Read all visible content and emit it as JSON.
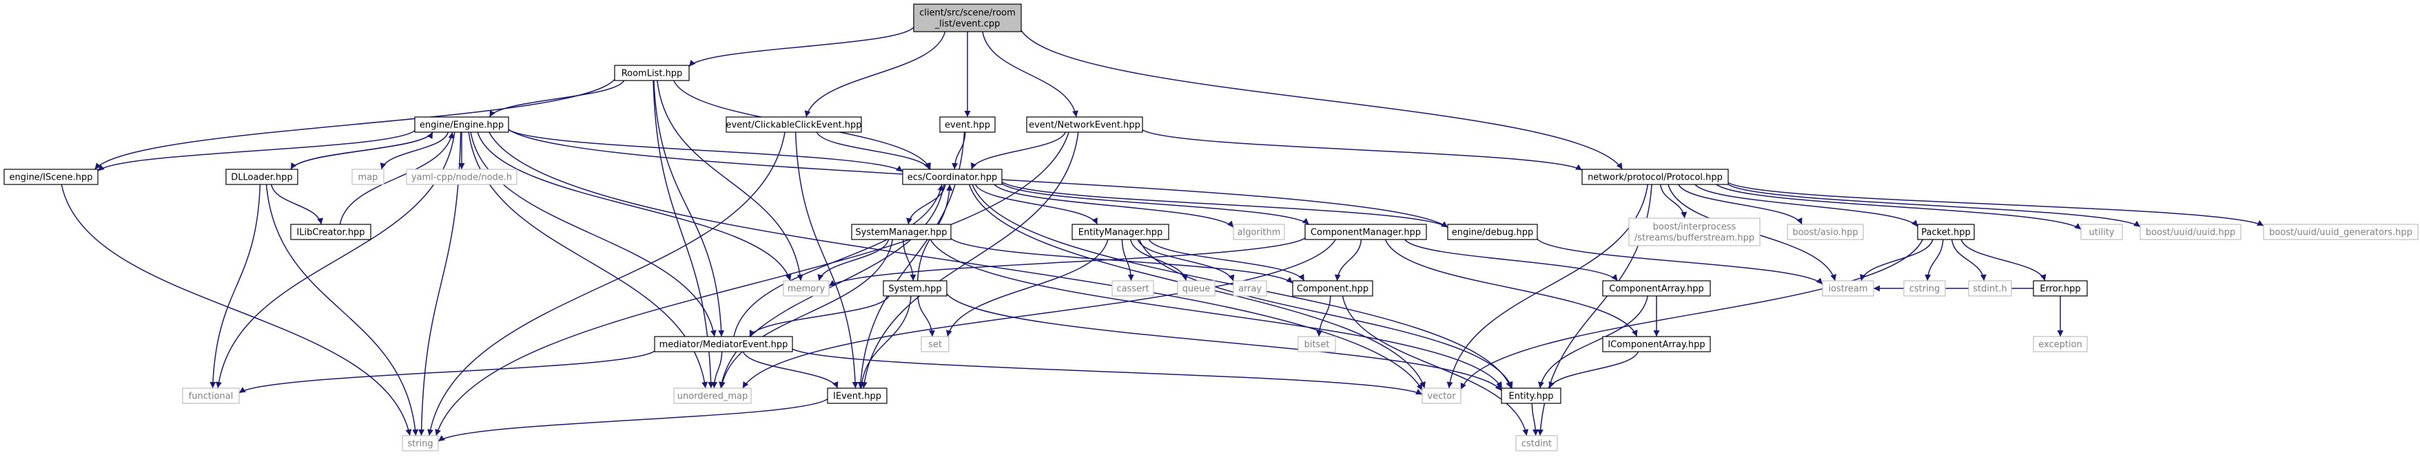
{
  "graph": {
    "root": "n_root",
    "colors": {
      "edge": "#191970",
      "root_fill": "#bfbfbf",
      "node_border": "#000000",
      "system_border": "#bfbfbf",
      "system_text": "#7f7f7f"
    },
    "nodes": [
      {
        "id": "n_root",
        "lines": [
          "client/src/scene/room",
          "_list/event.cpp"
        ],
        "kind": "root"
      },
      {
        "id": "n_roomlist",
        "lines": [
          "RoomList.hpp"
        ],
        "kind": "header"
      },
      {
        "id": "n_clickable",
        "lines": [
          "event/ClickableClickEvent.hpp"
        ],
        "kind": "header"
      },
      {
        "id": "n_event",
        "lines": [
          "event.hpp"
        ],
        "kind": "header"
      },
      {
        "id": "n_netevent",
        "lines": [
          "event/NetworkEvent.hpp"
        ],
        "kind": "header"
      },
      {
        "id": "n_protocol",
        "lines": [
          "network/protocol/Protocol.hpp"
        ],
        "kind": "header"
      },
      {
        "id": "n_engine",
        "lines": [
          "engine/Engine.hpp"
        ],
        "kind": "header"
      },
      {
        "id": "n_iscene",
        "lines": [
          "engine/IScene.hpp"
        ],
        "kind": "header"
      },
      {
        "id": "n_dlloader",
        "lines": [
          "DLLoader.hpp"
        ],
        "kind": "header"
      },
      {
        "id": "n_ilib",
        "lines": [
          "ILibCreator.hpp"
        ],
        "kind": "header"
      },
      {
        "id": "n_map",
        "lines": [
          "map"
        ],
        "kind": "system"
      },
      {
        "id": "n_yaml",
        "lines": [
          "yaml-cpp/node/node.h"
        ],
        "kind": "system"
      },
      {
        "id": "n_coord",
        "lines": [
          "ecs/Coordinator.hpp"
        ],
        "kind": "header"
      },
      {
        "id": "n_debug",
        "lines": [
          "engine/debug.hpp"
        ],
        "kind": "header"
      },
      {
        "id": "n_sysmgr",
        "lines": [
          "SystemManager.hpp"
        ],
        "kind": "header"
      },
      {
        "id": "n_entmgr",
        "lines": [
          "EntityManager.hpp"
        ],
        "kind": "header"
      },
      {
        "id": "n_algorithm",
        "lines": [
          "algorithm"
        ],
        "kind": "system"
      },
      {
        "id": "n_compmgr",
        "lines": [
          "ComponentManager.hpp"
        ],
        "kind": "header"
      },
      {
        "id": "n_memory",
        "lines": [
          "memory"
        ],
        "kind": "system"
      },
      {
        "id": "n_system",
        "lines": [
          "System.hpp"
        ],
        "kind": "header"
      },
      {
        "id": "n_set",
        "lines": [
          "set"
        ],
        "kind": "system"
      },
      {
        "id": "n_cassert",
        "lines": [
          "cassert"
        ],
        "kind": "system"
      },
      {
        "id": "n_queue",
        "lines": [
          "queue"
        ],
        "kind": "system"
      },
      {
        "id": "n_array",
        "lines": [
          "array"
        ],
        "kind": "system"
      },
      {
        "id": "n_component",
        "lines": [
          "Component.hpp"
        ],
        "kind": "header"
      },
      {
        "id": "n_bitset",
        "lines": [
          "bitset"
        ],
        "kind": "system"
      },
      {
        "id": "n_comparray",
        "lines": [
          "ComponentArray.hpp"
        ],
        "kind": "header"
      },
      {
        "id": "n_icomparray",
        "lines": [
          "IComponentArray.hpp"
        ],
        "kind": "header"
      },
      {
        "id": "n_mediator",
        "lines": [
          "mediator/MediatorEvent.hpp"
        ],
        "kind": "header"
      },
      {
        "id": "n_functional",
        "lines": [
          "functional"
        ],
        "kind": "system"
      },
      {
        "id": "n_umap",
        "lines": [
          "unordered_map"
        ],
        "kind": "system"
      },
      {
        "id": "n_ievent",
        "lines": [
          "IEvent.hpp"
        ],
        "kind": "header"
      },
      {
        "id": "n_string",
        "lines": [
          "string"
        ],
        "kind": "system"
      },
      {
        "id": "n_vector",
        "lines": [
          "vector"
        ],
        "kind": "system"
      },
      {
        "id": "n_entity",
        "lines": [
          "Entity.hpp"
        ],
        "kind": "header"
      },
      {
        "id": "n_cstdint",
        "lines": [
          "cstdint"
        ],
        "kind": "system"
      },
      {
        "id": "n_boostip",
        "lines": [
          "boost/interprocess",
          "/streams/bufferstream.hpp"
        ],
        "kind": "system"
      },
      {
        "id": "n_asio",
        "lines": [
          "boost/asio.hpp"
        ],
        "kind": "system"
      },
      {
        "id": "n_packet",
        "lines": [
          "Packet.hpp"
        ],
        "kind": "header"
      },
      {
        "id": "n_utility",
        "lines": [
          "utility"
        ],
        "kind": "system"
      },
      {
        "id": "n_uuid",
        "lines": [
          "boost/uuid/uuid.hpp"
        ],
        "kind": "system"
      },
      {
        "id": "n_uuidgen",
        "lines": [
          "boost/uuid/uuid_generators.hpp"
        ],
        "kind": "system"
      },
      {
        "id": "n_cstring",
        "lines": [
          "cstring"
        ],
        "kind": "system"
      },
      {
        "id": "n_stdint",
        "lines": [
          "stdint.h"
        ],
        "kind": "system"
      },
      {
        "id": "n_error",
        "lines": [
          "Error.hpp"
        ],
        "kind": "header"
      },
      {
        "id": "n_iostream",
        "lines": [
          "iostream"
        ],
        "kind": "system"
      },
      {
        "id": "n_exception",
        "lines": [
          "exception"
        ],
        "kind": "system"
      }
    ],
    "edges": [
      [
        "n_root",
        "n_roomlist"
      ],
      [
        "n_root",
        "n_clickable"
      ],
      [
        "n_root",
        "n_event"
      ],
      [
        "n_root",
        "n_netevent"
      ],
      [
        "n_root",
        "n_protocol"
      ],
      [
        "n_roomlist",
        "n_iscene"
      ],
      [
        "n_roomlist",
        "n_engine"
      ],
      [
        "n_roomlist",
        "n_coord"
      ],
      [
        "n_roomlist",
        "n_mediator"
      ],
      [
        "n_roomlist",
        "n_memory"
      ],
      [
        "n_roomlist",
        "n_umap"
      ],
      [
        "n_clickable",
        "n_coord"
      ],
      [
        "n_clickable",
        "n_ievent"
      ],
      [
        "n_clickable",
        "n_string"
      ],
      [
        "n_event",
        "n_coord"
      ],
      [
        "n_event",
        "n_ievent"
      ],
      [
        "n_netevent",
        "n_coord"
      ],
      [
        "n_netevent",
        "n_protocol"
      ],
      [
        "n_netevent",
        "n_ievent"
      ],
      [
        "n_netevent",
        "n_string"
      ],
      [
        "n_engine",
        "n_iscene"
      ],
      [
        "n_engine",
        "n_dlloader"
      ],
      [
        "n_engine",
        "n_map"
      ],
      [
        "n_engine",
        "n_yaml"
      ],
      [
        "n_engine",
        "n_coord"
      ],
      [
        "n_engine",
        "n_debug"
      ],
      [
        "n_engine",
        "n_functional"
      ],
      [
        "n_engine",
        "n_string"
      ],
      [
        "n_engine",
        "n_memory"
      ],
      [
        "n_engine",
        "n_umap"
      ],
      [
        "n_engine",
        "n_mediator"
      ],
      [
        "n_engine",
        "n_vector"
      ],
      [
        "n_iscene",
        "n_string"
      ],
      [
        "n_dlloader",
        "n_engine"
      ],
      [
        "n_dlloader",
        "n_ilib"
      ],
      [
        "n_dlloader",
        "n_functional"
      ],
      [
        "n_dlloader",
        "n_string"
      ],
      [
        "n_ilib",
        "n_engine"
      ],
      [
        "n_coord",
        "n_sysmgr"
      ],
      [
        "n_coord",
        "n_entmgr"
      ],
      [
        "n_coord",
        "n_algorithm"
      ],
      [
        "n_coord",
        "n_compmgr"
      ],
      [
        "n_coord",
        "n_debug"
      ],
      [
        "n_coord",
        "n_umap"
      ],
      [
        "n_coord",
        "n_vector"
      ],
      [
        "n_coord",
        "n_entity"
      ],
      [
        "n_debug",
        "n_iostream"
      ],
      [
        "n_sysmgr",
        "n_system"
      ],
      [
        "n_sysmgr",
        "n_memory"
      ],
      [
        "n_sysmgr",
        "n_umap"
      ],
      [
        "n_sysmgr",
        "n_component"
      ],
      [
        "n_sysmgr",
        "n_entity"
      ],
      [
        "n_entmgr",
        "n_cassert"
      ],
      [
        "n_entmgr",
        "n_queue"
      ],
      [
        "n_entmgr",
        "n_array"
      ],
      [
        "n_entmgr",
        "n_component"
      ],
      [
        "n_entmgr",
        "n_set"
      ],
      [
        "n_entmgr",
        "n_entity"
      ],
      [
        "n_compmgr",
        "n_component"
      ],
      [
        "n_compmgr",
        "n_comparray"
      ],
      [
        "n_compmgr",
        "n_icomparray"
      ],
      [
        "n_compmgr",
        "n_memory"
      ],
      [
        "n_compmgr",
        "n_umap"
      ],
      [
        "n_system",
        "n_coord"
      ],
      [
        "n_system",
        "n_set"
      ],
      [
        "n_system",
        "n_mediator"
      ],
      [
        "n_system",
        "n_ievent"
      ],
      [
        "n_system",
        "n_entity"
      ],
      [
        "n_component",
        "n_bitset"
      ],
      [
        "n_component",
        "n_cstdint"
      ],
      [
        "n_comparray",
        "n_icomparray"
      ],
      [
        "n_comparray",
        "n_entity"
      ],
      [
        "n_icomparray",
        "n_entity"
      ],
      [
        "n_mediator",
        "n_coord"
      ],
      [
        "n_mediator",
        "n_functional"
      ],
      [
        "n_mediator",
        "n_umap"
      ],
      [
        "n_mediator",
        "n_ievent"
      ],
      [
        "n_mediator",
        "n_vector"
      ],
      [
        "n_ievent",
        "n_string"
      ],
      [
        "n_entity",
        "n_cstdint"
      ],
      [
        "n_protocol",
        "n_boostip"
      ],
      [
        "n_protocol",
        "n_asio"
      ],
      [
        "n_protocol",
        "n_packet"
      ],
      [
        "n_protocol",
        "n_utility"
      ],
      [
        "n_protocol",
        "n_uuid"
      ],
      [
        "n_protocol",
        "n_uuidgen"
      ],
      [
        "n_protocol",
        "n_iostream"
      ],
      [
        "n_protocol",
        "n_vector"
      ],
      [
        "n_protocol",
        "n_cstdint"
      ],
      [
        "n_packet",
        "n_cstring"
      ],
      [
        "n_packet",
        "n_stdint"
      ],
      [
        "n_packet",
        "n_error"
      ],
      [
        "n_packet",
        "n_iostream"
      ],
      [
        "n_packet",
        "n_vector"
      ],
      [
        "n_error",
        "n_iostream"
      ],
      [
        "n_error",
        "n_exception"
      ]
    ]
  }
}
